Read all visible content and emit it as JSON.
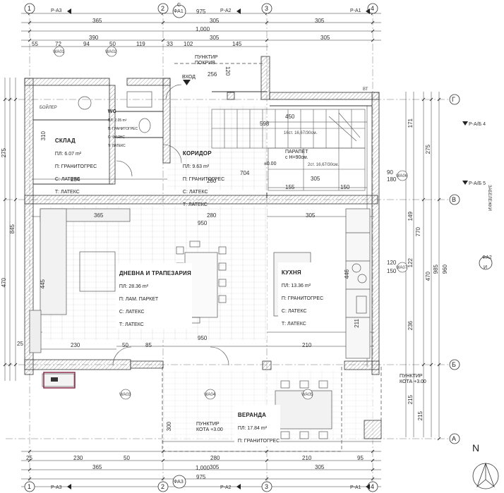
{
  "grid_axes": {
    "cols": [
      "1",
      "2",
      "3",
      "4"
    ],
    "rows": [
      "Г",
      "В",
      "Б",
      "А"
    ]
  },
  "sections": {
    "p_a3": "Р-А3",
    "p_a2": "Р-А2",
    "p_a1": "Р-А1",
    "fa1": "ФА1",
    "fa3": "ФА3",
    "fa2": "ФА2",
    "p_ab4": "Р-А/Б 4",
    "p_ab5": "Р-А/Б 5",
    "c_mark": "С",
    "i_mark": "И",
    "zab": "ЗАБЕЛЕЖКИ"
  },
  "dims": {
    "top_975": "975",
    "top_365": "365",
    "top_305a": "305",
    "top_305b": "305",
    "top_1000": "1,000",
    "top_390": "390",
    "top_305c": "305",
    "top_305d": "305",
    "row55": "55",
    "row72": "72",
    "row94": "94",
    "row50": "50",
    "row119": "119",
    "row33": "33",
    "row102": "102",
    "row145": "145",
    "d256": "256",
    "d120a": "120",
    "d450": "450",
    "d598": "598",
    "d704": "704",
    "d280a": "280",
    "d155": "155",
    "d305e": "305",
    "d150": "150",
    "d234": "234",
    "d365mid": "365",
    "d280b": "280",
    "d305f": "305",
    "d950": "950",
    "d950b": "950",
    "d230": "230",
    "d50": "50",
    "d85": "85",
    "d210": "210",
    "d598b": "598",
    "bot_25a": "25",
    "bot_230": "230",
    "bot_50": "50",
    "bot_280": "280",
    "bot_210": "210",
    "bot_95": "95",
    "bot_365": "365",
    "bot_305a": "305",
    "bot_305b": "305",
    "bot_1000": "1,000",
    "bot_975": "975",
    "left_275": "275",
    "left_845": "845",
    "left_470": "470",
    "left_445": "445",
    "left_310": "310",
    "left_25": "25",
    "right_960": "960",
    "right_985": "985",
    "right_470": "470",
    "right_275": "275",
    "right_171": "171",
    "right_149": "149",
    "right_770": "770",
    "right_122": "122",
    "right_236": "236",
    "right_215a": "215",
    "right_215b": "215",
    "right_300": "300",
    "d90": "90",
    "d180": "180",
    "d120b": "120",
    "d150b": "150",
    "d446": "446",
    "d211": "211"
  },
  "doors": {
    "wa01": "WA01",
    "wa02": "WA02",
    "wa03": "WA03",
    "wa04": "WA04",
    "wa05": "WA05",
    "wa06": "WA06",
    "wa07": "WA07"
  },
  "rooms": {
    "sklad": {
      "name": "СКЛАД",
      "pl": "ПЛ: 6.07 m²",
      "p": "П: ГРАНИТОГРЕС",
      "s": "С: ЛАТЕКС",
      "t": "Т: ЛАТЕКС"
    },
    "wc": {
      "name": "WC",
      "pl": "ПЛ: 2.05 m²",
      "p": "П: ГРАНИТОГРЕС",
      "s": "С: ФАЯНС",
      "t": "Т: ЛАТЕКС"
    },
    "koridor": {
      "name": "КОРИДОР",
      "pl": "ПЛ: 9.63 m²",
      "p": "П: ГРАНИТОГРЕС",
      "s": "С: ЛАТЕКС",
      "t": "Т: ЛАТЕКС"
    },
    "dnevna": {
      "name": "ДНЕВНА И ТРАПЕЗАРИЯ",
      "pl": "ПЛ: 28.36 m²",
      "p": "П: ЛАМ. ПАРКЕТ",
      "s": "С: ЛАТЕКС",
      "t": "Т: ЛАТЕКС"
    },
    "kuhnia": {
      "name": "КУХНЯ",
      "pl": "ПЛ: 13.36 m²",
      "p": "П: ГРАНИТОГРЕС",
      "s": "С: ЛАТЕКС",
      "t": "Т: ЛАТЕКС"
    },
    "veranda": {
      "name": "ВЕРАНДА",
      "pl": "ПЛ: 17.84 m²",
      "p": "П: ГРАНИТОГРЕС"
    }
  },
  "notes": {
    "punktir_pokriv_1": "ПУНКТИР",
    "punktir_pokriv_2": "ПОКРИВ",
    "vhod": "ВХОД",
    "boiler": "БОЙЛЕР",
    "stairs_1": "16ст. 16,67/30см.",
    "stairs_2": "2ст. 16,67/30см.",
    "parapet_1": "ПАРАПЕТ",
    "parapet_2": "с Н=90см.",
    "level": "±0.00",
    "kota_right_1": "ПУНКТИР",
    "kota_right_2": "КОТА +3.00",
    "kota_bottom_1": "ПУНКТИР",
    "kota_bottom_2": "КОТА +3.00",
    "north": "N",
    "vt": "ВТ"
  }
}
